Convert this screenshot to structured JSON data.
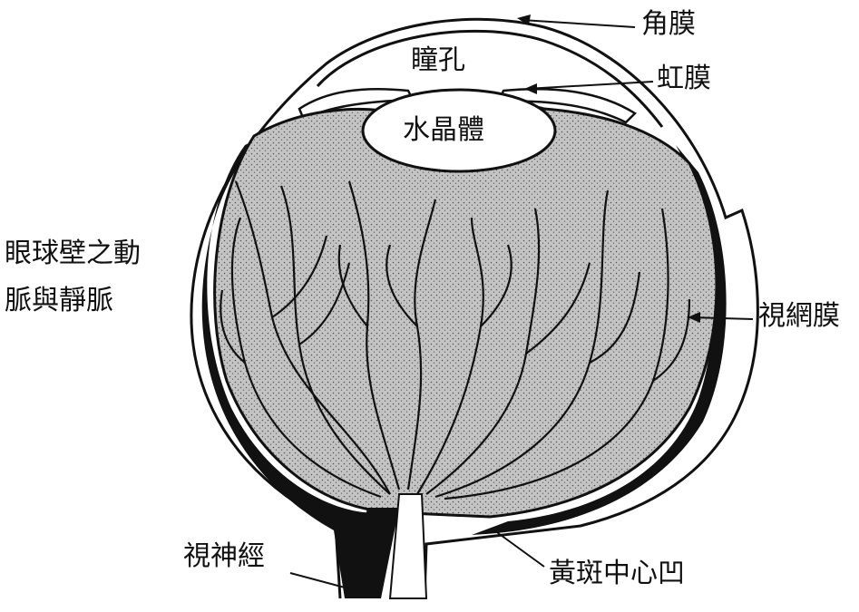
{
  "labels": {
    "cornea": "角膜",
    "pupil": "瞳孔",
    "iris": "虹膜",
    "lens": "水晶體",
    "vessels_line1": "眼球壁之動",
    "vessels_line2": "脈與靜脈",
    "retina": "視網膜",
    "optic_nerve": "視神經",
    "fovea": "黃斑中心凹"
  },
  "colors": {
    "ink": "#111111",
    "fundus_fill": "#bdbdbd",
    "background": "#ffffff"
  }
}
